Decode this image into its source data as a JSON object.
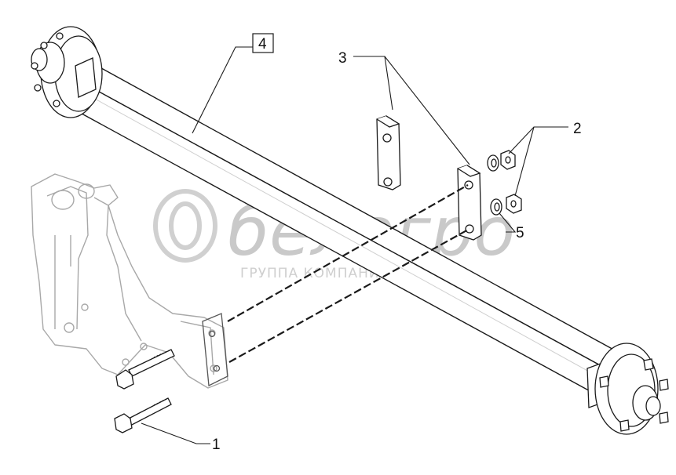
{
  "diagram": {
    "callouts": [
      {
        "id": "1",
        "label": "1"
      },
      {
        "id": "2",
        "label": "2"
      },
      {
        "id": "3",
        "label": "3"
      },
      {
        "id": "4",
        "label": "4"
      },
      {
        "id": "5",
        "label": "5"
      }
    ]
  },
  "watermark": {
    "brand": "белагро",
    "tagline": "ГРУППА КОМПАНИЙ"
  },
  "colors": {
    "line": "#1a1a1a",
    "ghost": "#9a9a9a",
    "watermark": "#c9c9c9"
  }
}
